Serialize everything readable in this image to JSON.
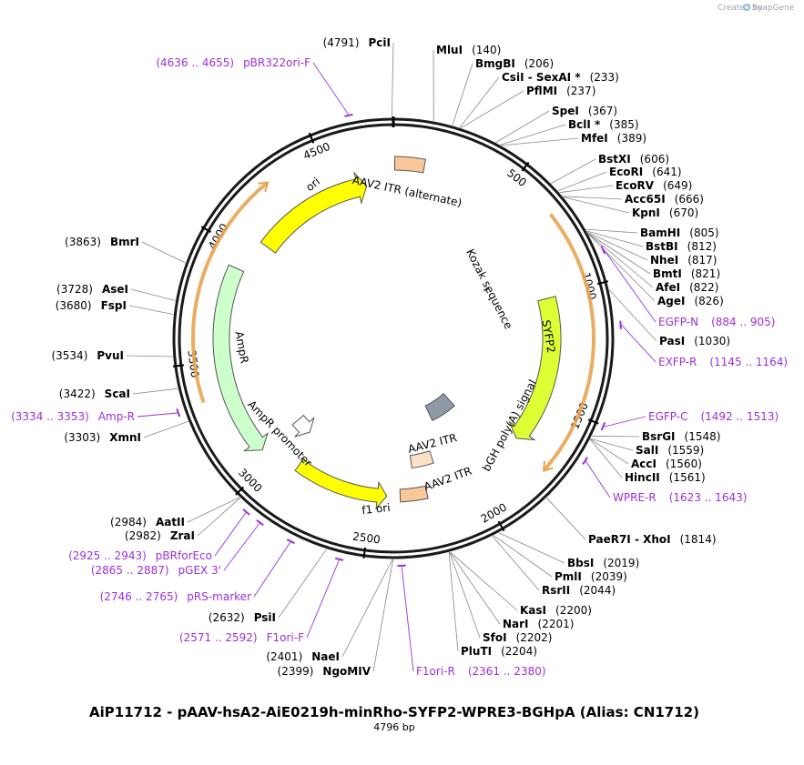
{
  "brand": {
    "created_by": "Created by",
    "name": "SnapGene"
  },
  "title": "AiP11712 - pAAV-hsA2-AiE0219h-minRho-SYFP2-WPRE3-BGHpA (Alias: CN1712)",
  "subtitle": "4796 bp",
  "total_bp": 4796,
  "ticks": [
    {
      "bp": 500,
      "label": "500"
    },
    {
      "bp": 1000,
      "label": "1000"
    },
    {
      "bp": 1500,
      "label": "1500"
    },
    {
      "bp": 2000,
      "label": "2000"
    },
    {
      "bp": 2500,
      "label": "2500"
    },
    {
      "bp": 3000,
      "label": "3000"
    },
    {
      "bp": 3500,
      "label": "3500"
    },
    {
      "bp": 4000,
      "label": "4000"
    },
    {
      "bp": 4500,
      "label": "4500"
    }
  ],
  "features": [
    {
      "name": "ori",
      "label": "ori",
      "start": 4076,
      "end": 4664,
      "direction": "forward",
      "color": "#ffff00",
      "type": "arrow"
    },
    {
      "name": "aav2-itr-alternate",
      "label": "AAV2 ITR (alternate)",
      "start": 6,
      "end": 136,
      "color": "#f9c79a",
      "type": "box"
    },
    {
      "name": "syfp2",
      "label": "SYFP2",
      "start": 1005,
      "end": 1720,
      "direction": "forward",
      "color": "#ddff33",
      "type": "arrow"
    },
    {
      "name": "kozak",
      "label": "Kozak sequence",
      "start": 824,
      "end": 833,
      "color": "#7f7f7f",
      "type": "box"
    },
    {
      "name": "bgh-polya",
      "label": "bGH poly(A) signal",
      "start": 1836,
      "end": 2060,
      "color": "#8f9aa6",
      "type": "box"
    },
    {
      "name": "aav2-itr-2",
      "label": "AAV2 ITR",
      "start": 2160,
      "end": 2290,
      "color": "#fbe1c7",
      "type": "box"
    },
    {
      "name": "aav2-itr-3",
      "label": "AAV2 ITR",
      "start": 2235,
      "end": 2365,
      "color": "#f9c79a",
      "type": "box"
    },
    {
      "name": "f1-ori",
      "label": "f1 ori",
      "start": 2430,
      "end": 2886,
      "direction": "reverse",
      "color": "#ffff00",
      "type": "arrow"
    },
    {
      "name": "ampr",
      "label": "AmpR",
      "start": 3058,
      "end": 3918,
      "direction": "reverse",
      "color": "#ccffcc",
      "type": "arrow"
    },
    {
      "name": "ampr-promoter",
      "label": "AmpR promoter",
      "start": 2953,
      "end": 3056,
      "direction": "reverse",
      "color": "#ffffff",
      "type": "arrow"
    }
  ],
  "orange_arcs": [
    {
      "start": 688,
      "end": 1750
    },
    {
      "start": 3348,
      "end": 4278
    }
  ],
  "sites": [
    {
      "name": "PciI",
      "pos": "(4791)",
      "bp": 4791
    },
    {
      "name": "MluI",
      "pos": "(140)",
      "bp": 140
    },
    {
      "name": "BmgBI",
      "pos": "(206)",
      "bp": 206
    },
    {
      "name": "CsiI  - SexAI *",
      "pos": "(233)",
      "bp": 233
    },
    {
      "name": "PflMI",
      "pos": "(237)",
      "bp": 237
    },
    {
      "name": "SpeI",
      "pos": "(367)",
      "bp": 367
    },
    {
      "name": "BclI *",
      "pos": "(385)",
      "bp": 385
    },
    {
      "name": "MfeI",
      "pos": "(389)",
      "bp": 389
    },
    {
      "name": "BstXI",
      "pos": "(606)",
      "bp": 606
    },
    {
      "name": "EcoRI",
      "pos": "(641)",
      "bp": 641
    },
    {
      "name": "EcoRV",
      "pos": "(649)",
      "bp": 649
    },
    {
      "name": "Acc65I",
      "pos": "(666)",
      "bp": 666
    },
    {
      "name": "KpnI",
      "pos": "(670)",
      "bp": 670
    },
    {
      "name": "BamHI",
      "pos": "(805)",
      "bp": 805
    },
    {
      "name": "BstBI",
      "pos": "(812)",
      "bp": 812
    },
    {
      "name": "NheI",
      "pos": "(817)",
      "bp": 817
    },
    {
      "name": "BmtI",
      "pos": "(821)",
      "bp": 821
    },
    {
      "name": "AfeI",
      "pos": "(822)",
      "bp": 822
    },
    {
      "name": "AgeI",
      "pos": "(826)",
      "bp": 826
    },
    {
      "name": "PasI",
      "pos": "(1030)",
      "bp": 1030
    },
    {
      "name": "BsrGI",
      "pos": "(1548)",
      "bp": 1548
    },
    {
      "name": "SalI",
      "pos": "(1559)",
      "bp": 1559
    },
    {
      "name": "AccI",
      "pos": "(1560)",
      "bp": 1560
    },
    {
      "name": "HincII",
      "pos": "(1561)",
      "bp": 1561
    },
    {
      "name": "PaeR7I  - XhoI",
      "pos": "(1814)",
      "bp": 1814
    },
    {
      "name": "BbsI",
      "pos": "(2019)",
      "bp": 2019
    },
    {
      "name": "PmlI",
      "pos": "(2039)",
      "bp": 2039
    },
    {
      "name": "RsrII",
      "pos": "(2044)",
      "bp": 2044
    },
    {
      "name": "KasI",
      "pos": "(2200)",
      "bp": 2200
    },
    {
      "name": "NarI",
      "pos": "(2201)",
      "bp": 2201
    },
    {
      "name": "SfoI",
      "pos": "(2202)",
      "bp": 2202
    },
    {
      "name": "PluTI",
      "pos": "(2204)",
      "bp": 2204
    },
    {
      "name": "NaeI",
      "pos": "(2401)",
      "bp": 2401
    },
    {
      "name": "NgoMIV",
      "pos": "(2399)",
      "bp": 2399
    },
    {
      "name": "PsiI",
      "pos": "(2632)",
      "bp": 2632
    },
    {
      "name": "ZraI",
      "pos": "(2982)",
      "bp": 2982
    },
    {
      "name": "AatII",
      "pos": "(2984)",
      "bp": 2984
    },
    {
      "name": "XmnI",
      "pos": "(3303)",
      "bp": 3303
    },
    {
      "name": "ScaI",
      "pos": "(3422)",
      "bp": 3422
    },
    {
      "name": "PvuI",
      "pos": "(3534)",
      "bp": 3534
    },
    {
      "name": "FspI",
      "pos": "(3680)",
      "bp": 3680
    },
    {
      "name": "AseI",
      "pos": "(3728)",
      "bp": 3728
    },
    {
      "name": "BmrI",
      "pos": "(3863)",
      "bp": 3863
    }
  ],
  "primers": [
    {
      "name": "pBR322ori-F",
      "range": "(4636 .. 4655)",
      "bp": 4645
    },
    {
      "name": "EGFP-N",
      "range": "(884 .. 905)",
      "bp": 894
    },
    {
      "name": "EXFP-R",
      "range": "(1145 .. 1164)",
      "bp": 1154
    },
    {
      "name": "EGFP-C",
      "range": "(1492 .. 1513)",
      "bp": 1502
    },
    {
      "name": "WPRE-R",
      "range": "(1623 .. 1643)",
      "bp": 1633
    },
    {
      "name": "F1ori-R",
      "range": "(2361 .. 2380)",
      "bp": 2370
    },
    {
      "name": "F1ori-F",
      "range": "(2571 .. 2592)",
      "bp": 2581
    },
    {
      "name": "pRS-marker",
      "range": "(2746 .. 2765)",
      "bp": 2755
    },
    {
      "name": "pGEX 3'",
      "range": "(2865 .. 2887)",
      "bp": 2876
    },
    {
      "name": "pBRforEco",
      "range": "(2925 .. 2943)",
      "bp": 2934
    },
    {
      "name": "Amp-R",
      "range": "(3334 .. 3353)",
      "bp": 3343
    }
  ]
}
